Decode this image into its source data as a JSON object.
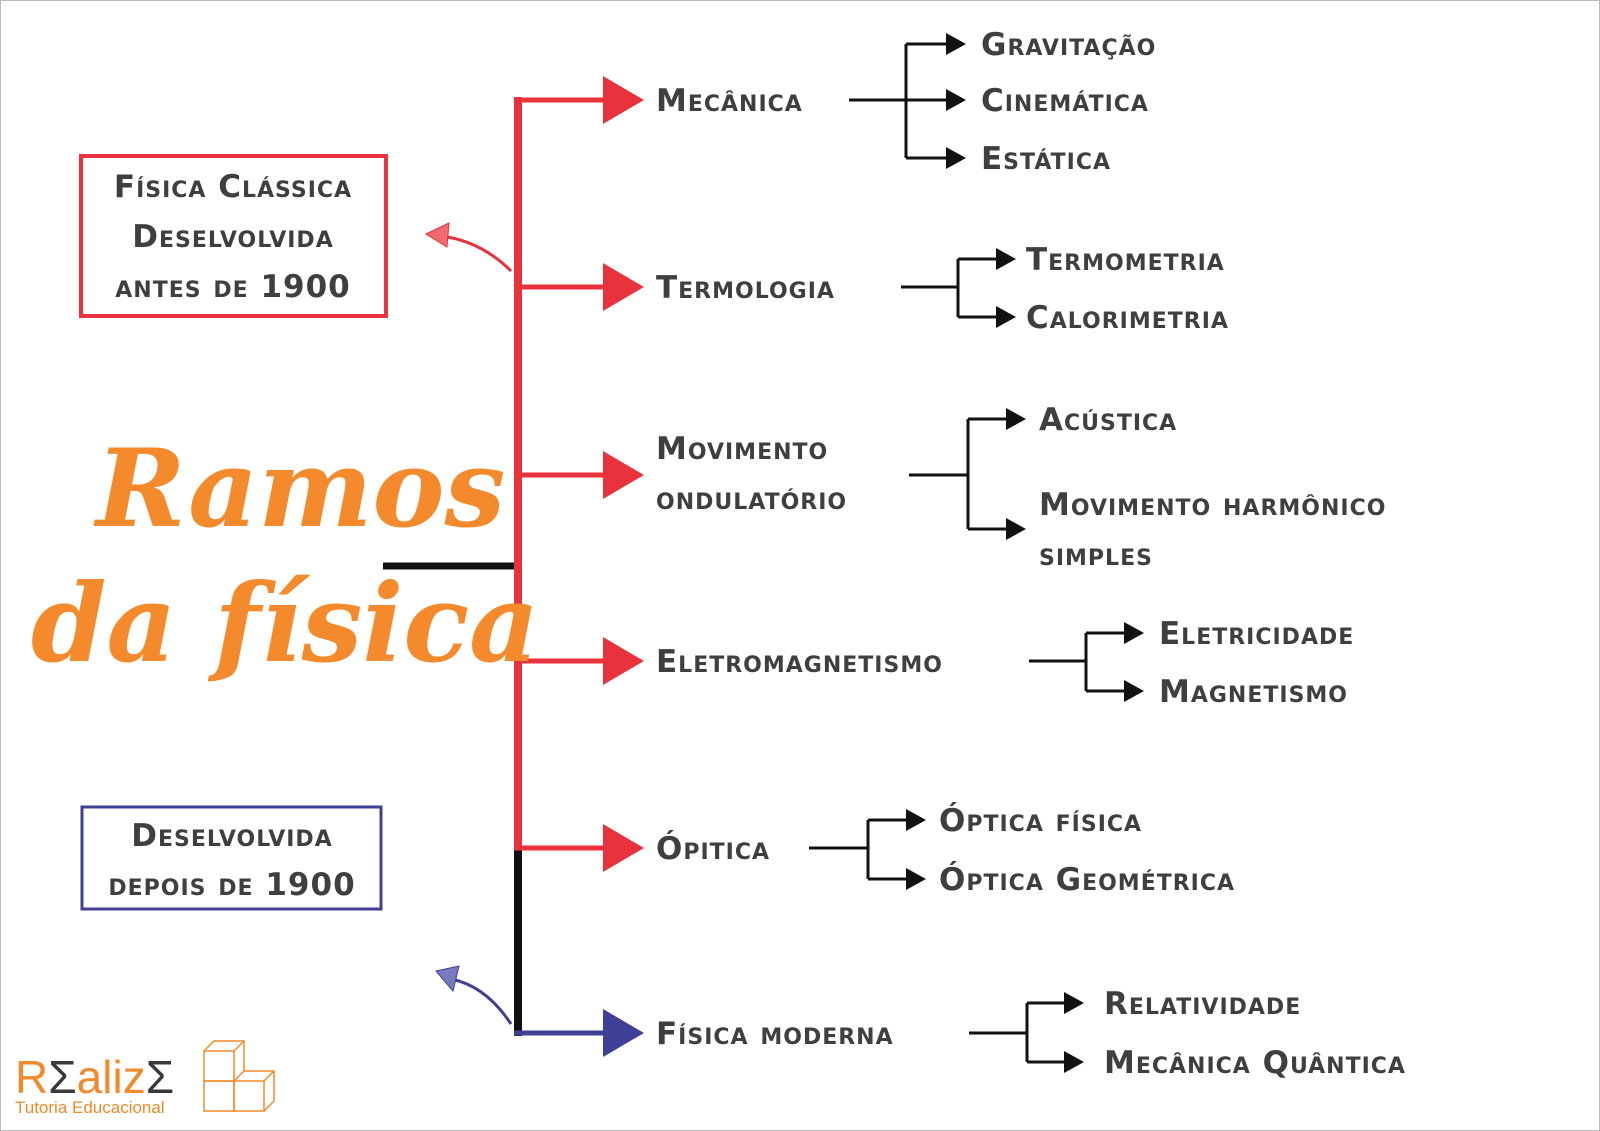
{
  "title": {
    "line1": "Ramos",
    "line2": "da física"
  },
  "classic_box": {
    "lines": [
      "Física Clássica",
      "Deselvolvida",
      "antes de 1900"
    ]
  },
  "modern_box": {
    "lines": [
      "Deselvolvida",
      "depois de 1900"
    ]
  },
  "colors": {
    "classic": "#e8323c",
    "modern": "#3f3f95",
    "title": "#f58a2c",
    "text": "#3f3f3f"
  },
  "branches": [
    {
      "label": [
        "Mecânica"
      ],
      "children": [
        [
          "Gravitação"
        ],
        [
          "Cinemática"
        ],
        [
          "Estática"
        ]
      ]
    },
    {
      "label": [
        "Termologia"
      ],
      "children": [
        [
          "Termometria"
        ],
        [
          "Calorimetria"
        ]
      ]
    },
    {
      "label": [
        "Movimento",
        "ondulatório"
      ],
      "children": [
        [
          "Acústica"
        ],
        [
          "Movimento harmônico",
          "simples"
        ]
      ]
    },
    {
      "label": [
        "Eletromagnetismo"
      ],
      "children": [
        [
          "Eletricidade"
        ],
        [
          "Magnetismo"
        ]
      ]
    },
    {
      "label": [
        "Ópitica"
      ],
      "children": [
        [
          "Óptica física"
        ],
        [
          "Óptica Geométrica"
        ]
      ]
    },
    {
      "label": [
        "Física moderna"
      ],
      "children": [
        [
          "Relatividade"
        ],
        [
          "Mecânica Quântica"
        ]
      ]
    }
  ],
  "logo": {
    "name_parts": [
      "R",
      "Σ",
      "aliz",
      "Σ"
    ],
    "tagline": "Tutoria Educacional"
  }
}
